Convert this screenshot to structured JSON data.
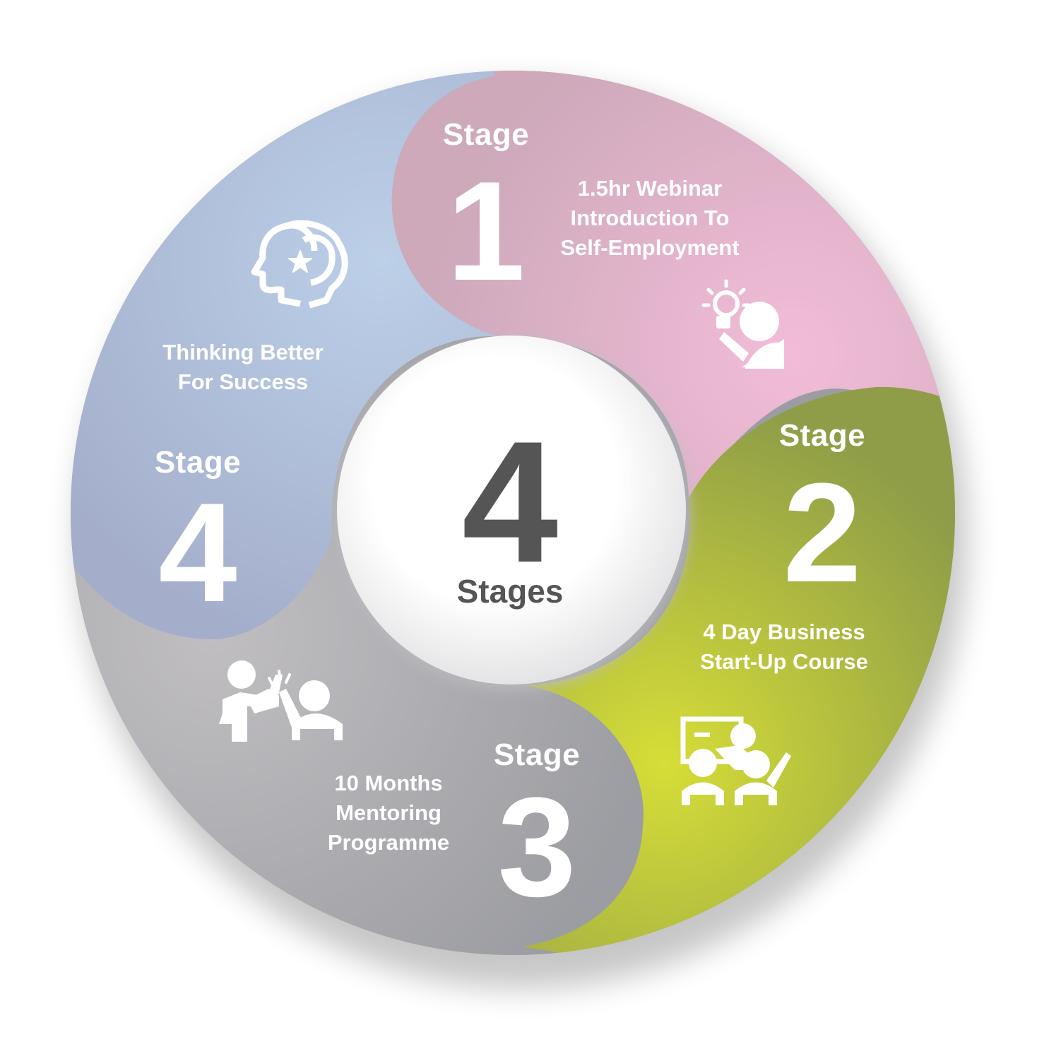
{
  "center": {
    "number": "4",
    "label": "Stages"
  },
  "stages": [
    {
      "word": "Stage",
      "number": "1",
      "desc": [
        "1.5hr Webinar",
        "Introduction To",
        "Self-Employment"
      ],
      "icon": "idea-presenter-icon",
      "color": "#DDAFC6"
    },
    {
      "word": "Stage",
      "number": "2",
      "desc": [
        "4 Day Business",
        "Start-Up Course"
      ],
      "icon": "classroom-training-icon",
      "color": "#A2AE45"
    },
    {
      "word": "Stage",
      "number": "3",
      "desc": [
        "10 Months",
        "Mentoring",
        "Programme"
      ],
      "icon": "high-five-mentoring-icon",
      "color": "#A6A6AB"
    },
    {
      "word": "Stage",
      "number": "4",
      "desc": [
        "Thinking Better",
        "For Success"
      ],
      "icon": "mindset-heads-icon",
      "color": "#AEB9D6"
    }
  ]
}
